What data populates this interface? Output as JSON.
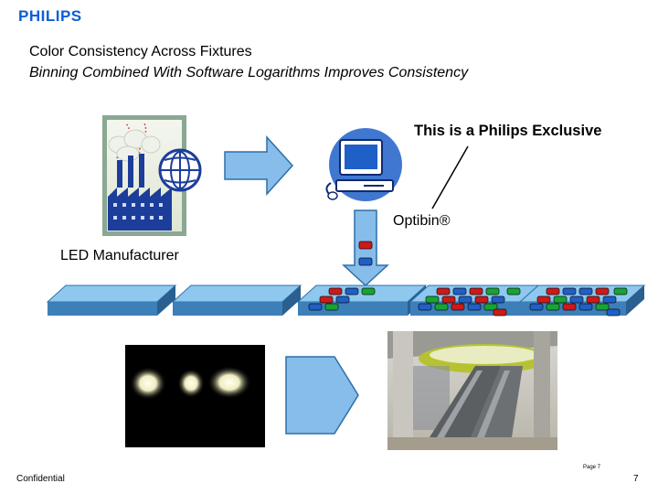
{
  "header": {
    "logo": "PHILIPS"
  },
  "slide": {
    "title": "Color Consistency Across Fixtures",
    "subtitle": "Binning Combined With Software Logarithms Improves Consistency",
    "exclusive_label": "This is a Philips Exclusive",
    "optibin_label": "Optibin®",
    "manufacturer_label": "LED Manufacturer"
  },
  "footer": {
    "confidential": "Confidential",
    "page_small": "Page 7",
    "page_number": "7"
  },
  "colors": {
    "brand": "#0b5ed7",
    "plate_top": "#8ec8ef",
    "plate_side": "#3d7fb8",
    "arrow_fill": "#86bdea",
    "arrow_stroke": "#2f6fa8",
    "led_red": "#d01818",
    "led_green": "#16a535",
    "led_blue": "#1f5fc8"
  },
  "icons": [
    "factory-icon",
    "globe-icon",
    "computer-icon"
  ]
}
